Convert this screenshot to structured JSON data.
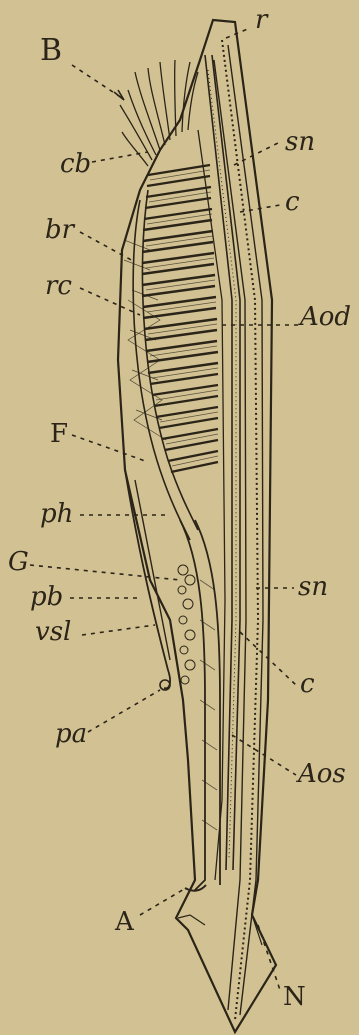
{
  "labels": {
    "B": "B",
    "r": "r",
    "cb": "cb",
    "sn_top": "sn",
    "c_top": "c",
    "br": "br",
    "rc": "rc",
    "Aod": "Aod",
    "F": "F",
    "ph": "ph",
    "G": "G",
    "pb": "pb",
    "sn_mid": "sn",
    "vsl": "vsl",
    "c_mid": "c",
    "pa": "pa",
    "Aos": "Aos",
    "A": "A",
    "N": "N"
  },
  "colors": {
    "paper": "#d6c697",
    "ink": "#2b2418"
  }
}
